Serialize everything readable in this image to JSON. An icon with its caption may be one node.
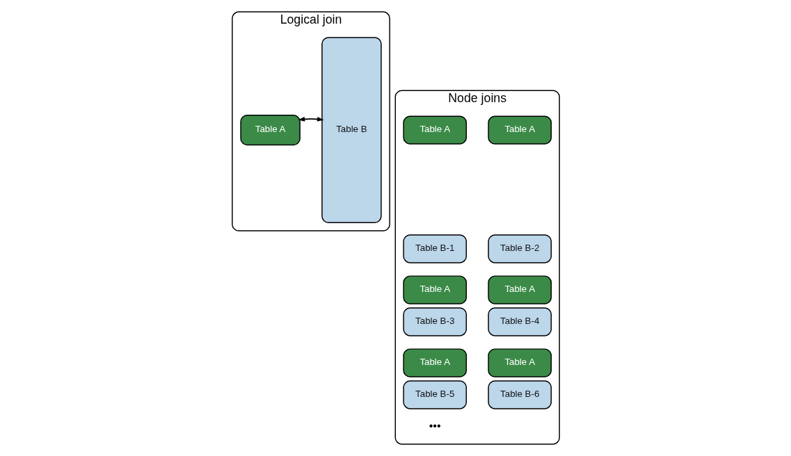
{
  "diagram": {
    "nodes": [
      {
        "text": [
          "Logical join"
        ]
      },
      {
        "text": [
          "Table A"
        ],
        "in": 0
      },
      {
        "text": [
          "Table B"
        ],
        "in": 0
      },
      {
        "text": [
          "Node joins"
        ]
      },
      {
        "text": [
          "Table A"
        ],
        "in": 3
      },
      {
        "text": [
          "Table B-1"
        ],
        "in": 3
      },
      {
        "text": [
          "Table A"
        ],
        "in": 3
      },
      {
        "text": [
          "Table B-2"
        ],
        "in": 3
      },
      {
        "text": [
          "Table A"
        ],
        "in": 3
      },
      {
        "text": [
          "Table B-3"
        ],
        "in": 3
      },
      {
        "text": [
          "Table A"
        ],
        "in": 3
      },
      {
        "text": [
          "Table B-4"
        ],
        "in": 3
      },
      {
        "text": [
          "Table A"
        ],
        "in": 3
      },
      {
        "text": [
          "Table B-5"
        ],
        "in": 3
      },
      {
        "text": [
          "Table A"
        ],
        "in": 3
      },
      {
        "text": [
          "Table B-6"
        ],
        "in": 3
      }
    ],
    "edges": [
      {
        "from": 1,
        "to": 2,
        "arrow": "both"
      }
    ],
    "labels": [
      "•••"
    ]
  }
}
